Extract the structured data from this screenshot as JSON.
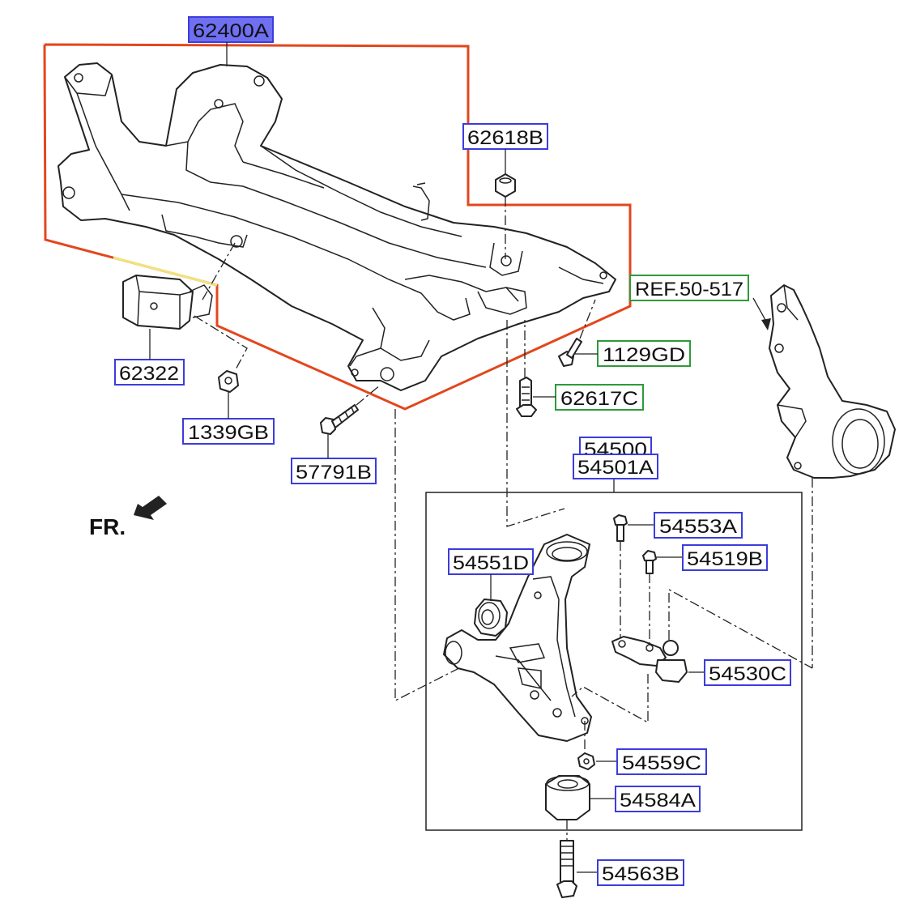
{
  "colors": {
    "blue_box": "#3c3cdc",
    "green_box": "#2e9a3a",
    "highlight_fill": "#6f6ff2",
    "outline_red": "#e2471d",
    "outline_yellow": "#f1e37a",
    "ink": "#222222"
  },
  "labels": {
    "l62400A": "62400A",
    "l62618B": "62618B",
    "l62322": "62322",
    "l1339GB": "1339GB",
    "l57791B": "57791B",
    "lREF": "REF.50-517",
    "l1129GD": "1129GD",
    "l62617C": "62617C",
    "l54500": "54500",
    "l54501A": "54501A",
    "l54553A": "54553A",
    "l54519B": "54519B",
    "l54551D": "54551D",
    "l54530C": "54530C",
    "l54559C": "54559C",
    "l54584A": "54584A",
    "l54563B": "54563B"
  },
  "direction": {
    "text": "FR.",
    "icon": "front-direction-arrow-icon"
  }
}
